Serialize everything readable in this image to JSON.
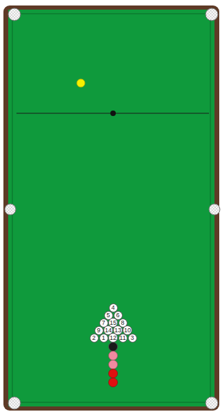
{
  "diagram": {
    "nodes": [
      {
        "text": [
          "4"
        ]
      },
      {
        "text": [
          "5"
        ]
      },
      {
        "text": [
          "6"
        ]
      },
      {
        "text": [
          "7"
        ]
      },
      {
        "text": [
          "15"
        ]
      },
      {
        "text": [
          "8"
        ]
      },
      {
        "text": [
          "9"
        ]
      },
      {
        "text": [
          "14"
        ]
      },
      {
        "text": [
          "13"
        ]
      },
      {
        "text": [
          "10"
        ]
      },
      {
        "text": [
          "2"
        ]
      },
      {
        "text": [
          "1"
        ]
      },
      {
        "text": [
          "12"
        ]
      },
      {
        "text": [
          "11"
        ]
      },
      {
        "text": [
          "3"
        ]
      }
    ]
  }
}
